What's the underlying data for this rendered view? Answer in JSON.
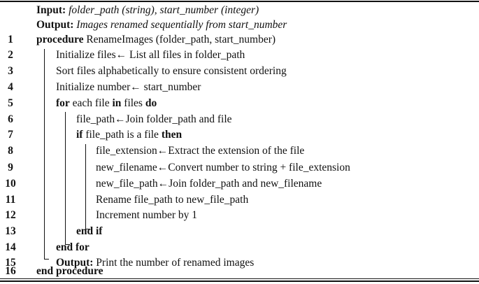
{
  "header": {
    "input_label": "Input:",
    "input_text": "folder_path (string), start_number (integer)",
    "output_label": "Output:",
    "output_text": "Images renamed sequentially from start_number"
  },
  "lines": [
    {
      "num": "1",
      "kw": "procedure",
      "text": " RenameImages (folder_path, start_number)"
    },
    {
      "num": "2",
      "text": "Initialize files← List all files in folder_path"
    },
    {
      "num": "3",
      "text": "Sort files alphabetically to ensure consistent ordering"
    },
    {
      "num": "4",
      "text": "Initialize number← start_number"
    },
    {
      "num": "5",
      "kw1": "for",
      "t1": " each file ",
      "kw2": "in",
      "t2": " files ",
      "kw3": "do"
    },
    {
      "num": "6",
      "text": "file_path←Join folder_path and file"
    },
    {
      "num": "7",
      "kw1": "if",
      "t1": " file_path is a file ",
      "kw2": "then"
    },
    {
      "num": "8",
      "text": "file_extension←Extract the extension of the file"
    },
    {
      "num": "9",
      "text": "new_filename←Convert number to string + file_extension"
    },
    {
      "num": "10",
      "text": "new_file_path←Join folder_path and new_filename"
    },
    {
      "num": "11",
      "text": "Rename file_path to new_file_path"
    },
    {
      "num": "12",
      "text": "Increment number by 1"
    },
    {
      "num": "13",
      "kw": "end if"
    },
    {
      "num": "14",
      "kw": "end for"
    },
    {
      "num": "15",
      "kw": "Output:",
      "text": " Print the number of renamed images"
    },
    {
      "num": "16",
      "kw": "end procedure"
    }
  ]
}
